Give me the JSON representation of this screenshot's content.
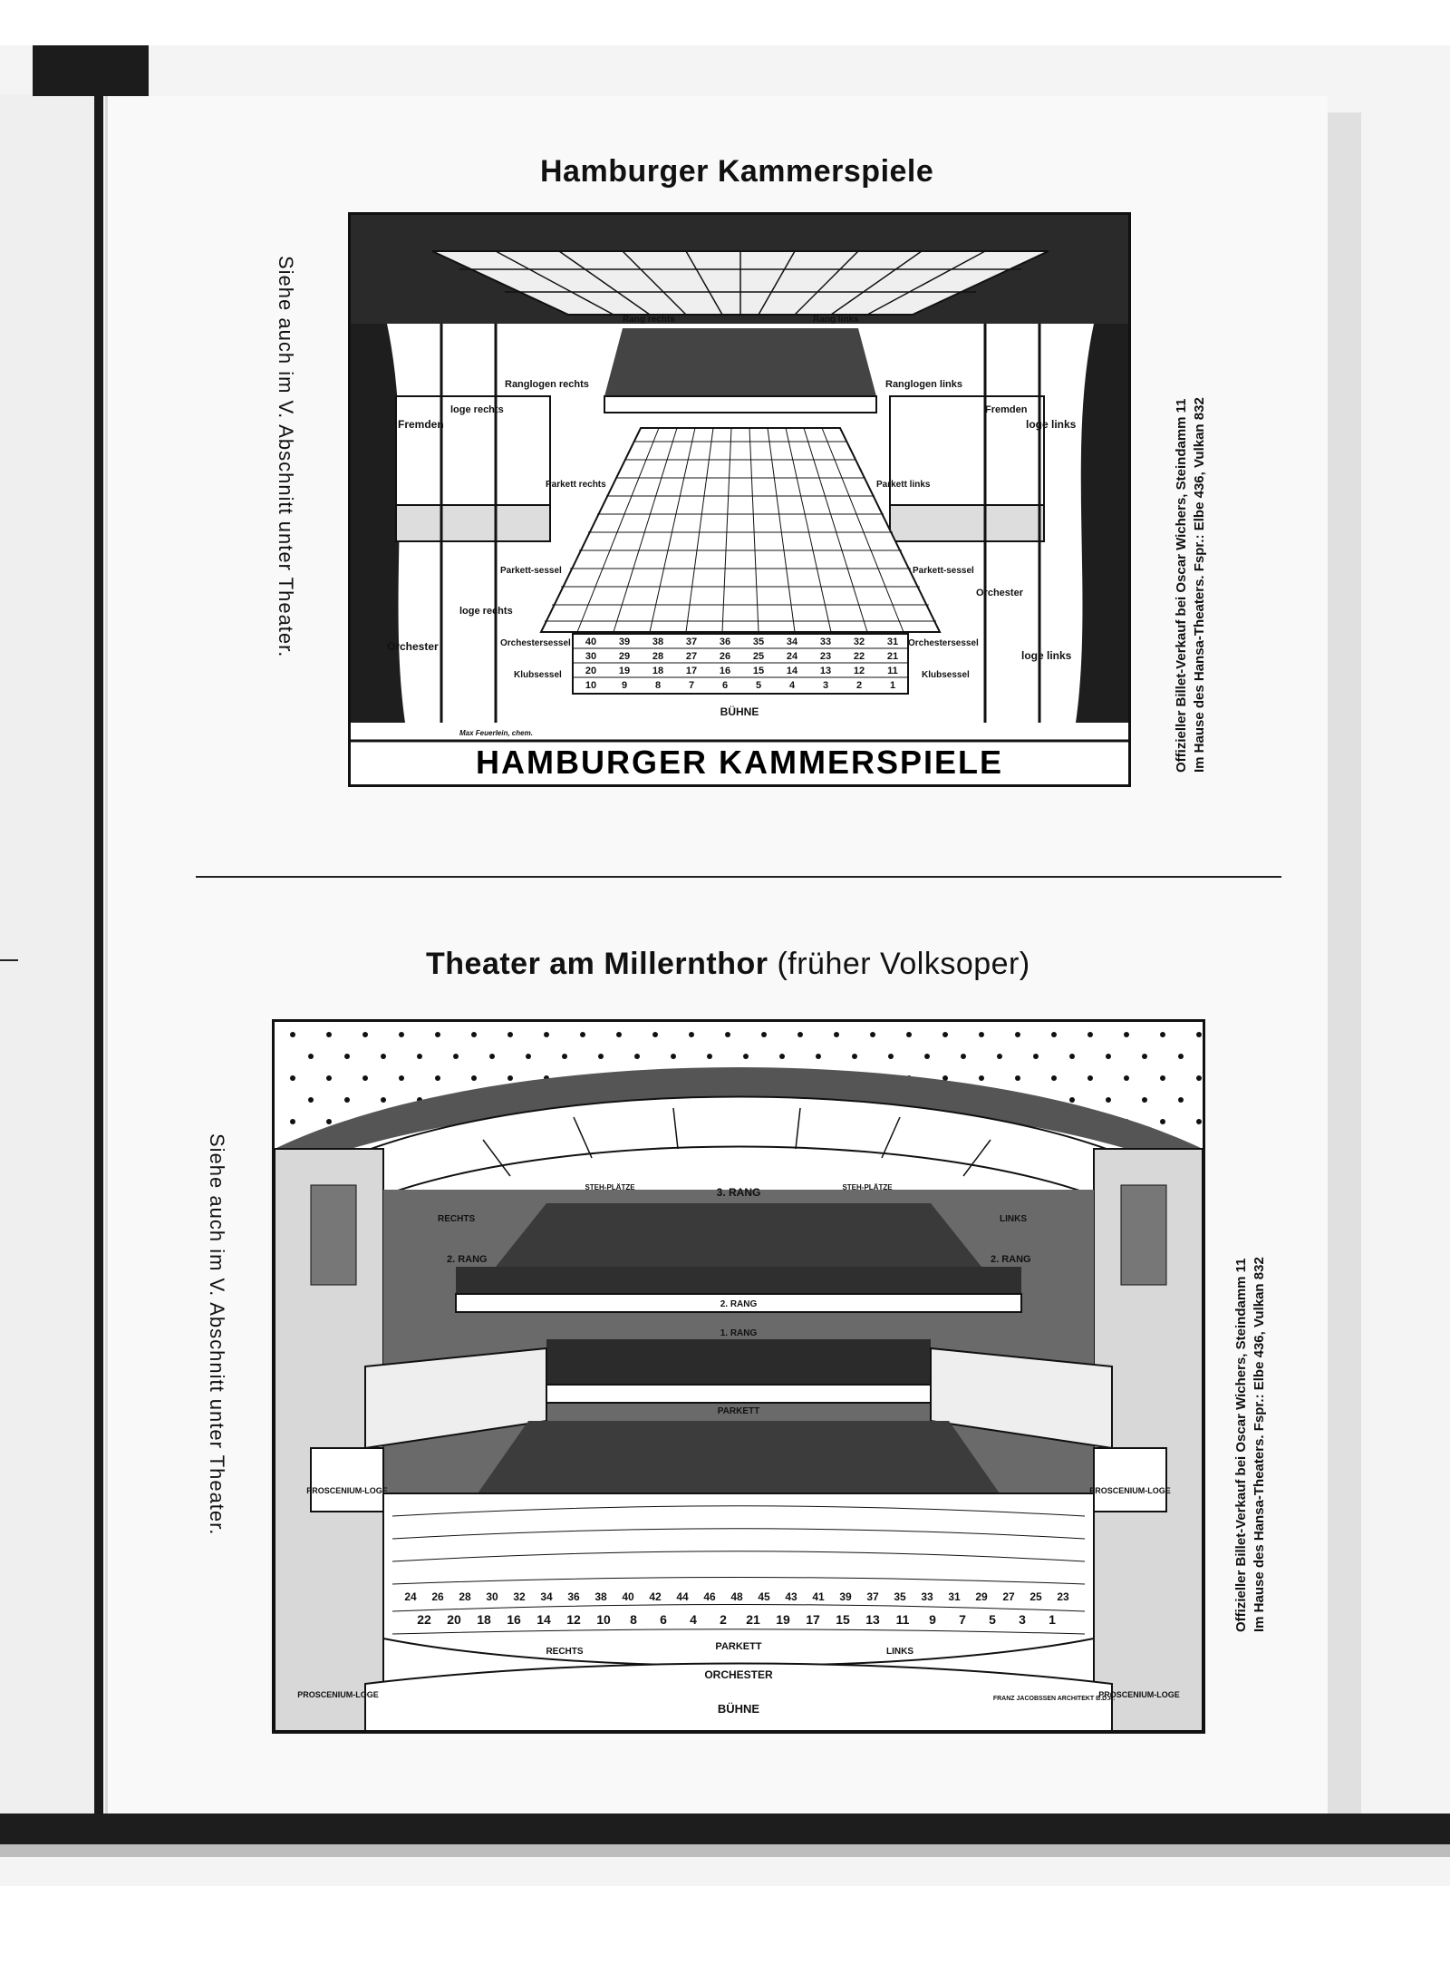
{
  "kammerspiele": {
    "title": "Hamburger Kammerspiele",
    "side_note": "Siehe auch im V. Abschnitt unter Theater.",
    "sales_line1": "Offizieller Billet-Verkauf bei Oscar Wichers, Steindamm 11",
    "sales_line2": "Im Hause des Hansa-Theaters. Fspr.: Elbe 436, Vulkan 832",
    "plan": {
      "banner": "HAMBURGER KAMMERSPIELE",
      "stage": "BÜHNE",
      "artist": "Max Feuerlein, chem.",
      "labels": {
        "fremdenloge_rechts": "Fremden",
        "fremdenloge_rechts2": "loge rechts",
        "ranglogen_rechts": "Ranglogen rechts",
        "ranglogen_links": "Ranglogen links",
        "fremdenloge_links": "Fremden",
        "fremdenloge_links2": "loge links",
        "rang_rechts": "Rang rechts",
        "rang_links": "Rang links",
        "parkett_rechts": "Parkett rechts",
        "parkett_links": "Parkett links",
        "parkettsessel_r": "Parkett-sessel",
        "parkettsessel_l": "Parkett-sessel",
        "orchesterloge_rechts": "Orchester",
        "orchesterloge_rechts2": "loge rechts",
        "orchesterloge_links": "Orchester",
        "orchesterloge_links2": "loge links",
        "orchestersessel_r": "Orchestersessel",
        "orchestersessel_l": "Orchestersessel",
        "klubsessel_r": "Klubsessel",
        "klubsessel_l": "Klubsessel"
      },
      "front_rows": [
        [
          "40",
          "39",
          "38",
          "37",
          "36",
          "35",
          "34",
          "33",
          "32",
          "31"
        ],
        [
          "30",
          "29",
          "28",
          "27",
          "26",
          "25",
          "24",
          "23",
          "22",
          "21"
        ],
        [
          "20",
          "19",
          "18",
          "17",
          "16",
          "15",
          "14",
          "13",
          "12",
          "11"
        ],
        [
          "10",
          "9",
          "8",
          "7",
          "6",
          "5",
          "4",
          "3",
          "2",
          "1"
        ]
      ]
    }
  },
  "millernthor": {
    "title_bold": "Theater am Millernthor",
    "title_rest": "(früher Volksoper)",
    "side_note": "Siehe auch im V. Abschnitt unter Theater.",
    "sales_line1": "Offizieller Billet-Verkauf bei Oscar Wichers, Steindamm 11",
    "sales_line2": "Im Hause des Hansa-Theaters. Fspr.: Elbe 436, Vulkan 832",
    "plan": {
      "rang3": "3. RANG",
      "stehplaetze_l": "STEH-PLÄTZE",
      "stehplaetze_r": "STEH-PLÄTZE",
      "rechts": "RECHTS",
      "links": "LINKS",
      "rang2_l": "2. RANG",
      "rang2_r": "2. RANG",
      "rang2_c": "2. RANG",
      "rang1": "1. RANG",
      "parkett_mid": "PARKETT",
      "proscenium_l": "PROSCENIUM-LOGE",
      "proscenium_r": "PROSCENIUM-LOGE",
      "proscenium_bl": "PROSCENIUM-LOGE",
      "proscenium_br": "PROSCENIUM-LOGE",
      "parkett_front": "PARKETT",
      "rechts_front": "RECHTS",
      "links_front": "LINKS",
      "orchester": "ORCHESTER",
      "stage": "BÜHNE",
      "architect": "FRANZ JACOBSSEN ARCHITEKT B.D.A.",
      "row_a": [
        "24",
        "26",
        "28",
        "30",
        "32",
        "34",
        "36",
        "38",
        "40",
        "42",
        "44",
        "46",
        "48",
        "45",
        "43",
        "41",
        "39",
        "37",
        "35",
        "33",
        "31",
        "29",
        "27",
        "25",
        "23"
      ],
      "row_b": [
        "22",
        "20",
        "18",
        "16",
        "14",
        "12",
        "10",
        "8",
        "6",
        "4",
        "2",
        "21",
        "19",
        "17",
        "15",
        "13",
        "11",
        "9",
        "7",
        "5",
        "3",
        "1"
      ]
    }
  }
}
